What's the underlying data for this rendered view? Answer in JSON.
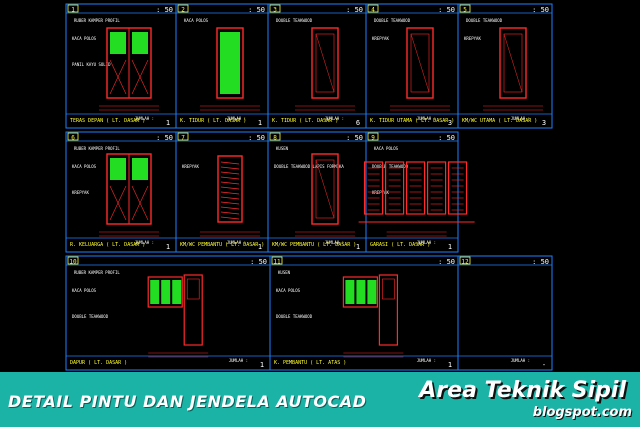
{
  "banner": {
    "title": "DETAIL PINTU DAN JENDELA AUTOCAD",
    "brand": "Area Teknik Sipil",
    "brand_sub": "blogspot.com"
  },
  "colors": {
    "background": "#000000",
    "grid_line": "#1e7fff",
    "frame": "#ff2a2a",
    "glass": "#22dd22",
    "label": "#ffffff",
    "tag": "#ffff33",
    "banner": "#1ab3a6"
  },
  "sheets": [
    {
      "row": 0,
      "col": 0,
      "num": "1",
      "scale": "50",
      "head_label": "RUBER KAMPER PROFIL",
      "side_labels": [
        "KACA POLOS",
        "PANIL KAYU SOLID"
      ],
      "title": "TERAS DEPAN ( LT. DASAR )",
      "count_label": "JUMLAH :",
      "count": "1",
      "glass": true,
      "door": "double"
    },
    {
      "row": 0,
      "col": 1,
      "num": "2",
      "scale": "50",
      "head_label": "KACA POLOS",
      "side_labels": [],
      "title": "K. TIDUR ( LT. DASAR )",
      "count_label": "JUMLAH :",
      "count": "1",
      "glass": true,
      "door": "single"
    },
    {
      "row": 0,
      "col": 2,
      "num": "3",
      "scale": "50",
      "head_label": "DOUBLE TEAKWOOD",
      "side_labels": [],
      "title": "K. TIDUR ( LT. DASAR )",
      "count_label": "JUMLAH :",
      "count": "6",
      "glass": false,
      "door": "single"
    },
    {
      "row": 0,
      "col": 3,
      "num": "4",
      "scale": "50",
      "head_label": "DOUBLE TEAKWOOD",
      "side_labels": [
        "KREPYAK"
      ],
      "title": "K. TIDUR UTAMA ( LT. DASAR )",
      "count_label": "JUMLAH :",
      "count": "3",
      "glass": false,
      "door": "single"
    },
    {
      "row": 0,
      "col": 4,
      "num": "5",
      "scale": "50",
      "head_label": "DOUBLE TEAKWOOD",
      "side_labels": [
        "KREPYAK"
      ],
      "title": "KM/WC UTAMA ( LT. DASAR )",
      "count_label": "JUMLAH :",
      "count": "3",
      "glass": false,
      "door": "single"
    },
    {
      "row": 1,
      "col": 0,
      "num": "6",
      "scale": "50",
      "head_label": "RUBER KAMPER PROFIL",
      "side_labels": [
        "KACA POLOS",
        "KREPYAK"
      ],
      "title": "R. KELUARGA ( LT. DASAR )",
      "count_label": "JUMLAH :",
      "count": "1",
      "glass": true,
      "door": "double"
    },
    {
      "row": 1,
      "col": 1,
      "num": "7",
      "scale": "50",
      "head_label": "",
      "side_labels": [
        "KREPYAK"
      ],
      "title": "KM/WC PEMBANTU ( LT. DASAR )",
      "count_label": "JUMLAH :",
      "count": "1",
      "glass": false,
      "door": "louver"
    },
    {
      "row": 1,
      "col": 2,
      "num": "8",
      "scale": "50",
      "head_label": "KUSEN",
      "side_labels": [
        "DOUBLE TEAKWOOD LAPIS FORMIKA"
      ],
      "title": "KM/WC PEMBANTU ( LT. DASAR )",
      "count_label": "JUMLAH :",
      "count": "1",
      "glass": false,
      "door": "single"
    },
    {
      "row": 1,
      "col": 3,
      "num": "9",
      "scale": "50",
      "head_label": "KACA POLOS",
      "side_labels": [
        "DOUBLE TEAKWOOD",
        "KREPYAK"
      ],
      "title": "GARASI ( LT. DASAR )",
      "count_label": "JUMLAH :",
      "count": "1",
      "glass": false,
      "door": "garage"
    },
    {
      "row": 2,
      "col": 0,
      "num": "10",
      "scale": "50",
      "head_label": "RUBER KAMPER PROFIL",
      "side_labels": [
        "KACA POLOS",
        "DOUBLE TEAKWOOD"
      ],
      "title": "DAPUR ( LT. DASAR )",
      "count_label": "JUMLAH :",
      "count": "1",
      "glass": true,
      "door": "window_door"
    },
    {
      "row": 2,
      "col": 1,
      "num": "11",
      "scale": "50",
      "head_label": "KUSEN",
      "side_labels": [
        "KACA POLOS",
        "DOUBLE TEAKWOOD"
      ],
      "title": "K. PEMBANTU ( LT. ATAS )",
      "count_label": "JUMLAH :",
      "count": "1",
      "glass": true,
      "door": "window_door"
    },
    {
      "row": 2,
      "col": 2,
      "num": "12",
      "scale": "50",
      "head_label": "",
      "side_labels": [],
      "title": "",
      "count_label": "JUMLAH :",
      "count": "-",
      "glass": false,
      "door": "none"
    }
  ]
}
